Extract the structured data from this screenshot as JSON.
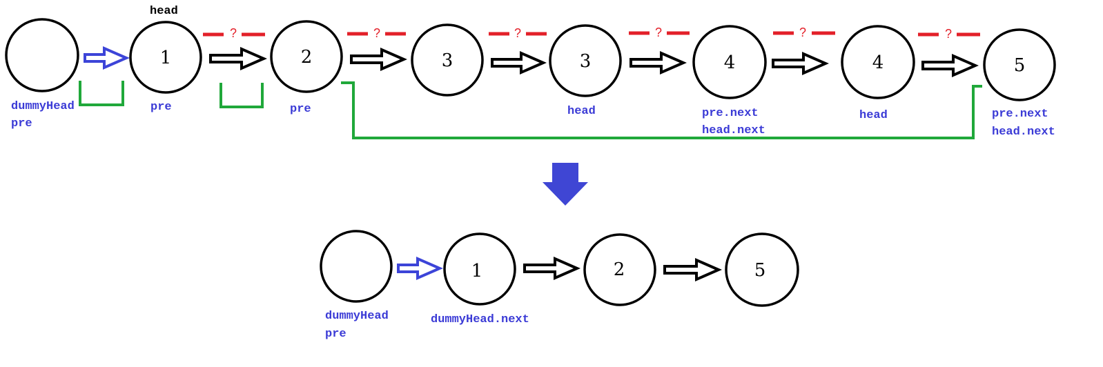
{
  "colors": {
    "node_stroke": "#000000",
    "label_blue": "#3b3bd6",
    "dummy_arrow_blue": "#3c44d8",
    "big_arrow_blue": "#3f46d4",
    "dashed_red": "#e32029",
    "bracket_green": "#20a83a",
    "text_black": "#000000"
  },
  "top": {
    "head_label": "head",
    "question_mark": "?",
    "nodes": [
      {
        "value": ""
      },
      {
        "value": "1"
      },
      {
        "value": "2"
      },
      {
        "value": "3"
      },
      {
        "value": "3"
      },
      {
        "value": "4"
      },
      {
        "value": "4"
      },
      {
        "value": "5"
      }
    ],
    "labels": [
      {
        "lines": [
          "dummyHead",
          "pre"
        ]
      },
      {
        "lines": [
          "pre"
        ]
      },
      {
        "lines": [
          "pre"
        ]
      },
      {
        "lines": []
      },
      {
        "lines": [
          "head"
        ]
      },
      {
        "lines": [
          "pre.next",
          "head.next"
        ]
      },
      {
        "lines": [
          "head"
        ]
      },
      {
        "lines": [
          "pre.next",
          "head.next"
        ]
      }
    ]
  },
  "bottom": {
    "nodes": [
      {
        "value": ""
      },
      {
        "value": "1"
      },
      {
        "value": "2"
      },
      {
        "value": "5"
      }
    ],
    "labels": [
      {
        "lines": [
          "dummyHead",
          "pre"
        ]
      },
      {
        "lines": [
          "dummyHead.next"
        ]
      },
      {
        "lines": []
      },
      {
        "lines": []
      }
    ]
  }
}
